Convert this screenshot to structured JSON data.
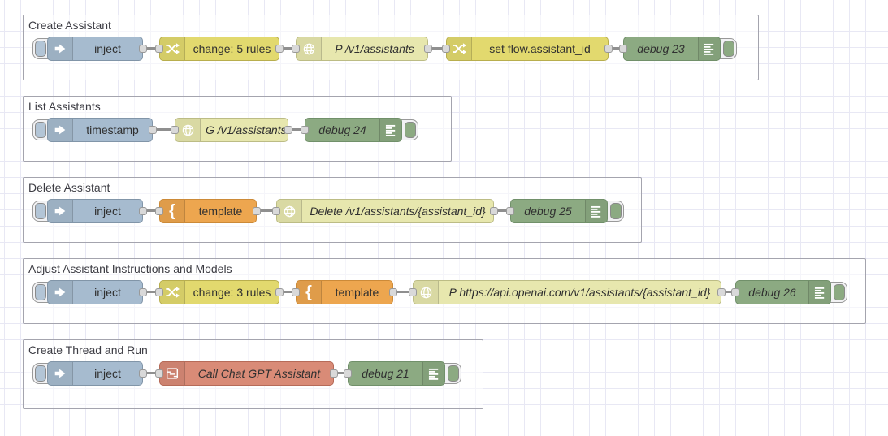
{
  "colors": {
    "canvas-bg": "#ffffff",
    "grid-line": "#e8e8f4",
    "group-border": "#a4a4ae",
    "group-fill": "rgba(255,255,255,0.55)",
    "group-label": "#3d3d44",
    "label": "#303030",
    "inject-fill": "#a6bbcf",
    "inject-border": "#8195a8",
    "inject-button": "#b3c5d6",
    "change-fill": "#e2d96e",
    "change-border": "#b8ae4e",
    "http-fill": "#e7e7ae",
    "http-border": "#bcbc85",
    "template-fill": "#eda64f",
    "template-border": "#cc8a38",
    "debug-fill": "#8caa82",
    "debug-border": "#71906a",
    "subflow-fill": "#d98b77",
    "subflow-border": "#b66b59",
    "wire": "#8f8f8f",
    "port-fill": "#d9d9d9",
    "port-border": "#999999",
    "button-capsule": "#f2f2f4"
  },
  "icons": {
    "template_brace": "{"
  },
  "groups": [
    {
      "label": "Create Assistant",
      "nodes": [
        {
          "type": "inject",
          "label": "inject"
        },
        {
          "type": "change",
          "label": "change: 5 rules"
        },
        {
          "type": "http request",
          "label": "P /v1/assistants"
        },
        {
          "type": "change",
          "label": "set flow.assistant_id"
        },
        {
          "type": "debug",
          "label": "debug 23"
        }
      ]
    },
    {
      "label": "List Assistants",
      "nodes": [
        {
          "type": "inject",
          "label": "timestamp"
        },
        {
          "type": "http request",
          "label": "G /v1/assistants"
        },
        {
          "type": "debug",
          "label": "debug 24"
        }
      ]
    },
    {
      "label": "Delete Assistant",
      "nodes": [
        {
          "type": "inject",
          "label": "inject"
        },
        {
          "type": "template",
          "label": "template"
        },
        {
          "type": "http request",
          "label": "Delete /v1/assistants/{assistant_id}"
        },
        {
          "type": "debug",
          "label": "debug 25"
        }
      ]
    },
    {
      "label": "Adjust Assistant Instructions and Models",
      "nodes": [
        {
          "type": "inject",
          "label": "inject"
        },
        {
          "type": "change",
          "label": "change: 3 rules"
        },
        {
          "type": "template",
          "label": "template"
        },
        {
          "type": "http request",
          "label": "P https://api.openai.com/v1/assistants/{assistant_id}"
        },
        {
          "type": "debug",
          "label": "debug 26"
        }
      ]
    },
    {
      "label": "Create Thread and Run",
      "nodes": [
        {
          "type": "inject",
          "label": "inject"
        },
        {
          "type": "subflow",
          "label": "Call Chat GPT Assistant"
        },
        {
          "type": "debug",
          "label": "debug 21"
        }
      ]
    }
  ]
}
